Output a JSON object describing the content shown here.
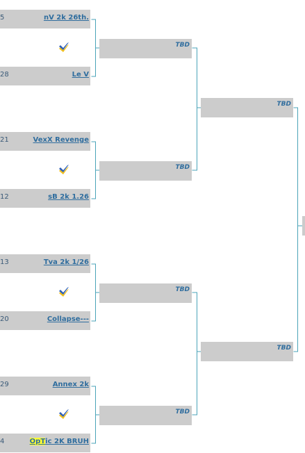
{
  "round1": {
    "m1": {
      "top": {
        "seed": "5",
        "name": "nV 2k 26th."
      },
      "bottom": {
        "seed": "28",
        "name": "Le V"
      }
    },
    "m2": {
      "top": {
        "seed": "21",
        "name": "VexX Revenge"
      },
      "bottom": {
        "seed": "12",
        "name": "sB 2k 1.26"
      }
    },
    "m3": {
      "top": {
        "seed": "13",
        "name": "Tva 2k 1/26"
      },
      "bottom": {
        "seed": "20",
        "name": "Collapse---"
      }
    },
    "m4": {
      "top": {
        "seed": "29",
        "name": "Annex 2k"
      },
      "bottom": {
        "seed": "4",
        "name_highlight": "OpT",
        "name_rest": "ic 2K BRUH"
      }
    }
  },
  "round2": {
    "s1": "TBD",
    "s2": "TBD",
    "s3": "TBD",
    "s4": "TBD"
  },
  "round3": {
    "s1": "TBD",
    "s2": "TBD"
  },
  "colors": {
    "slot_bg": "#cccccc",
    "connector": "#4aa3b8",
    "link_text": "#2f6d9e",
    "highlight": "#ffff33",
    "check_blue": "#2d5fb8",
    "check_gold": "#f0c020"
  },
  "icons": {
    "match_report": "check-icon"
  }
}
